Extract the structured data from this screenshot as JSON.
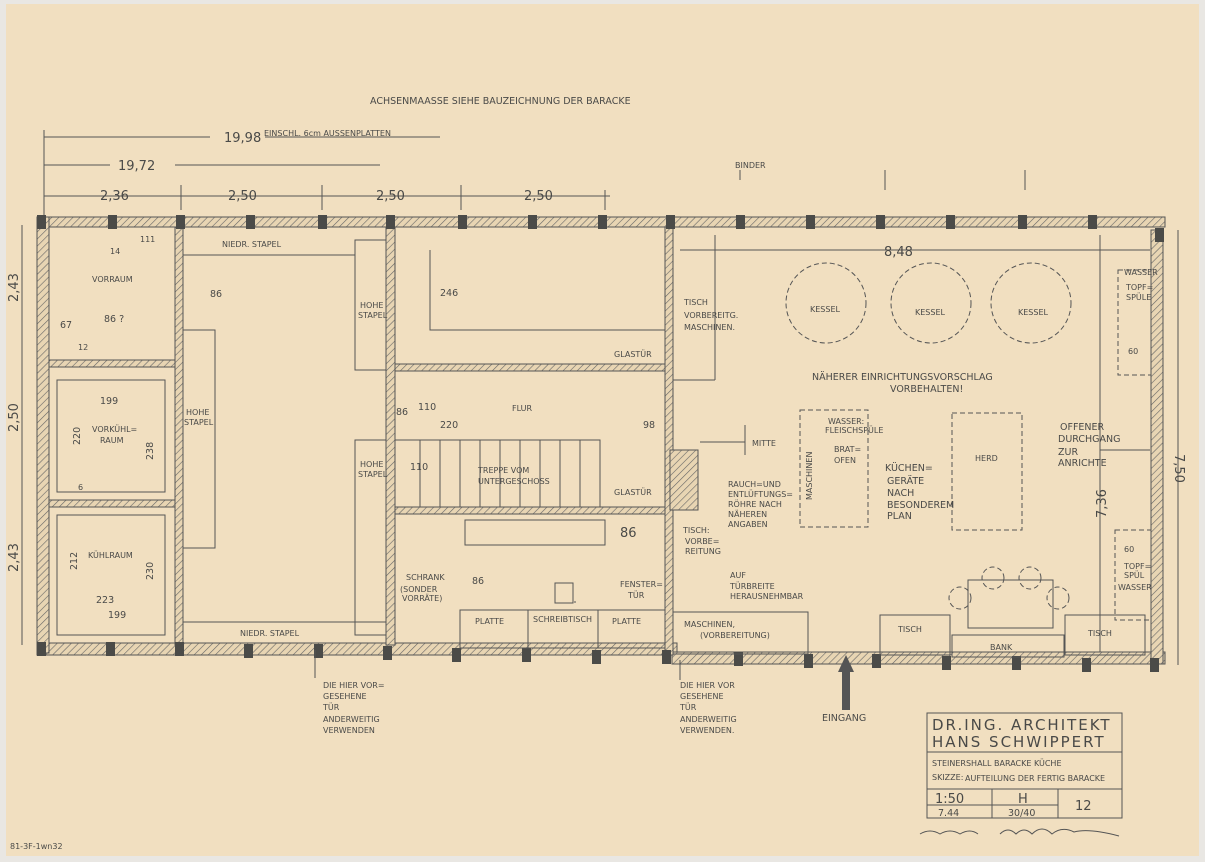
{
  "header": {
    "note": "ACHSENMAASSE SIEHE BAUZEICHNUNG DER BARACKE"
  },
  "dimensions": {
    "total": "19,98",
    "total_note": "EINSCHL. 6cm AUSSENPLATTEN",
    "inner": "19,72",
    "d1": "2,36",
    "d2": "2,50",
    "d3": "2,50",
    "d4": "2,50",
    "left1": "2,43",
    "left2": "2,50",
    "left3": "2,43",
    "right": "7,50",
    "kitchen_w": "8,48",
    "kitchen_h": "7,36",
    "v86": "86",
    "v246": "246",
    "v111": "111",
    "v14": "14",
    "v67": "67",
    "v86b": "86 ?",
    "v199": "199",
    "v220": "220",
    "v238": "238",
    "v212": "212",
    "v230": "230",
    "v223": "223",
    "v199b": "199",
    "v110": "110",
    "v110b": "110",
    "v220b": "220",
    "v86c": "86",
    "v98": "98",
    "v86d": "86",
    "v86e": "86",
    "v12": "12",
    "v6": "6",
    "v60": "60",
    "v60b": "60"
  },
  "labels": {
    "binder": "BINDER",
    "vorraum": "VORRAUM",
    "vorkuehl1": "VORKÜHL=",
    "vorkuehl2": "RAUM",
    "kuehlraum": "KÜHLRAUM",
    "niedr1": "NIEDR. STAPEL",
    "niedr2": "NIEDR. STAPEL",
    "hohe1a": "HOHE",
    "hohe1b": "STAPEL",
    "hohe2a": "HOHE",
    "hohe2b": "STAPEL",
    "hohe3a": "HOHE",
    "hohe3b": "STAPEL",
    "flur": "FLUR",
    "treppe1": "TREPPE VOM",
    "treppe2": "UNTERGESCHOSS",
    "glastuer1": "GLASTÜR",
    "glastuer2": "GLASTÜR",
    "schrank1": "SCHRANK",
    "schrank2": "(SONDER",
    "schrank3": "VORRÄTE)",
    "platte1": "PLATTE",
    "schreibtisch": "SCHREIBTISCH",
    "platte2": "PLATTE",
    "tischv1": "TISCH",
    "tischv2": "VORBEREITG.",
    "tischv3": "MASCHINEN.",
    "rauch1": "RAUCH=UND",
    "rauch2": "ENTLÜFTUNGS=",
    "rauch3": "RÖHRE NACH",
    "rauch4": "NÄHEREN",
    "rauch5": "ANGABEN",
    "mitte": "MITTE",
    "tisch2a": "TISCH:",
    "tisch2b": "VORBE=",
    "tisch2c": "REITUNG",
    "fenster1": "FENSTER=",
    "fenster2": "TÜR",
    "auf1": "AUF",
    "auf2": "TÜRBREITE",
    "auf3": "HERAUSNEHMBAR",
    "maschinen1": "MASCHINEN,",
    "maschinen2": "(VORBEREITUNG)",
    "kessel1": "KESSEL",
    "kessel2": "KESSEL",
    "kessel3": "KESSEL",
    "wasser1": "WASSER",
    "wasser2": "TOPF=",
    "wasser3": "SPÜLE",
    "naeher1": "NÄHERER EINRICHTUNGSVORSCHLAG",
    "naeher2": "VORBEHALTEN!",
    "wfs1": "WASSER:",
    "wfs2": "FLEISCHSPÜLE",
    "maschinen_v": "MASCHINEN",
    "brat1": "BRAT=",
    "brat2": "OFEN",
    "kg1": "KÜCHEN=",
    "kg2": "GERÄTE",
    "kg3": "NACH",
    "kg4": "BESONDEREM",
    "kg5": "PLAN",
    "herd": "HERD",
    "offen1": "OFFENER",
    "offen2": "DURCHGANG",
    "offen3": "ZUR",
    "offen4": "ANRICHTE",
    "topf1": "TOPF=",
    "topf2": "SPÜL",
    "topf3": "WASSER",
    "tisch_a": "TISCH",
    "tisch_b": "TISCH",
    "bank": "BANK",
    "die1a": "DIE HIER VOR=",
    "die1b": "GESEHENE",
    "die1c": "TÜR",
    "die1d": "ANDERWEITIG",
    "die1e": "VERWENDEN",
    "die2a": "DIE HIER VOR",
    "die2b": "GESEHENE",
    "die2c": "TÜR",
    "die2d": "ANDERWEITIG",
    "die2e": "VERWENDEN.",
    "eingang": "EINGANG",
    "archive": "81-3F-1wn32"
  },
  "title_block": {
    "line1": "DR.ING. ARCHITEKT",
    "line2": "HANS SCHWIPPERT",
    "project": "STEINERSHALL BARACKE KÜCHE",
    "skizze_label": "SKIZZE:",
    "skizze": "AUFTEILUNG DER FERTIG BARACKE",
    "scale": "1:50",
    "date": "7.44",
    "symbol": "H",
    "format": "30/40",
    "number": "12",
    "signature": "Schwippert"
  },
  "colors": {
    "paper": "#f1dfc0",
    "ink": "#4a4a48"
  }
}
